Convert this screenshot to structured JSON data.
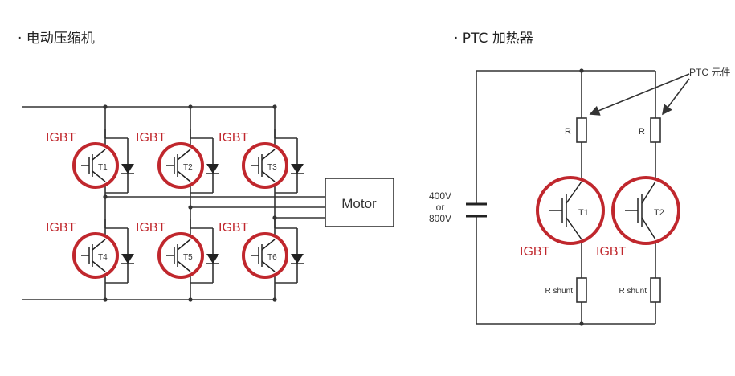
{
  "left": {
    "title": "· 电动压缩机",
    "motor_label": "Motor",
    "transistors": [
      {
        "igbt": "IGBT",
        "tag": "T1"
      },
      {
        "igbt": "IGBT",
        "tag": "T2"
      },
      {
        "igbt": "IGBT",
        "tag": "T3"
      },
      {
        "igbt": "IGBT",
        "tag": "T4"
      },
      {
        "igbt": "IGBT",
        "tag": "T5"
      },
      {
        "igbt": "IGBT",
        "tag": "T6"
      }
    ]
  },
  "right": {
    "title": "· PTC 加热器",
    "ptc_label": "PTC 元件",
    "voltage_line1": "400V",
    "voltage_line2": "or",
    "voltage_line3": "800V",
    "branches": [
      {
        "r": "R",
        "tag": "T1",
        "igbt": "IGBT",
        "shunt": "R shunt"
      },
      {
        "r": "R",
        "tag": "T2",
        "igbt": "IGBT",
        "shunt": "R shunt"
      }
    ]
  },
  "colors": {
    "accent": "#c0272d",
    "wire": "#333333"
  }
}
